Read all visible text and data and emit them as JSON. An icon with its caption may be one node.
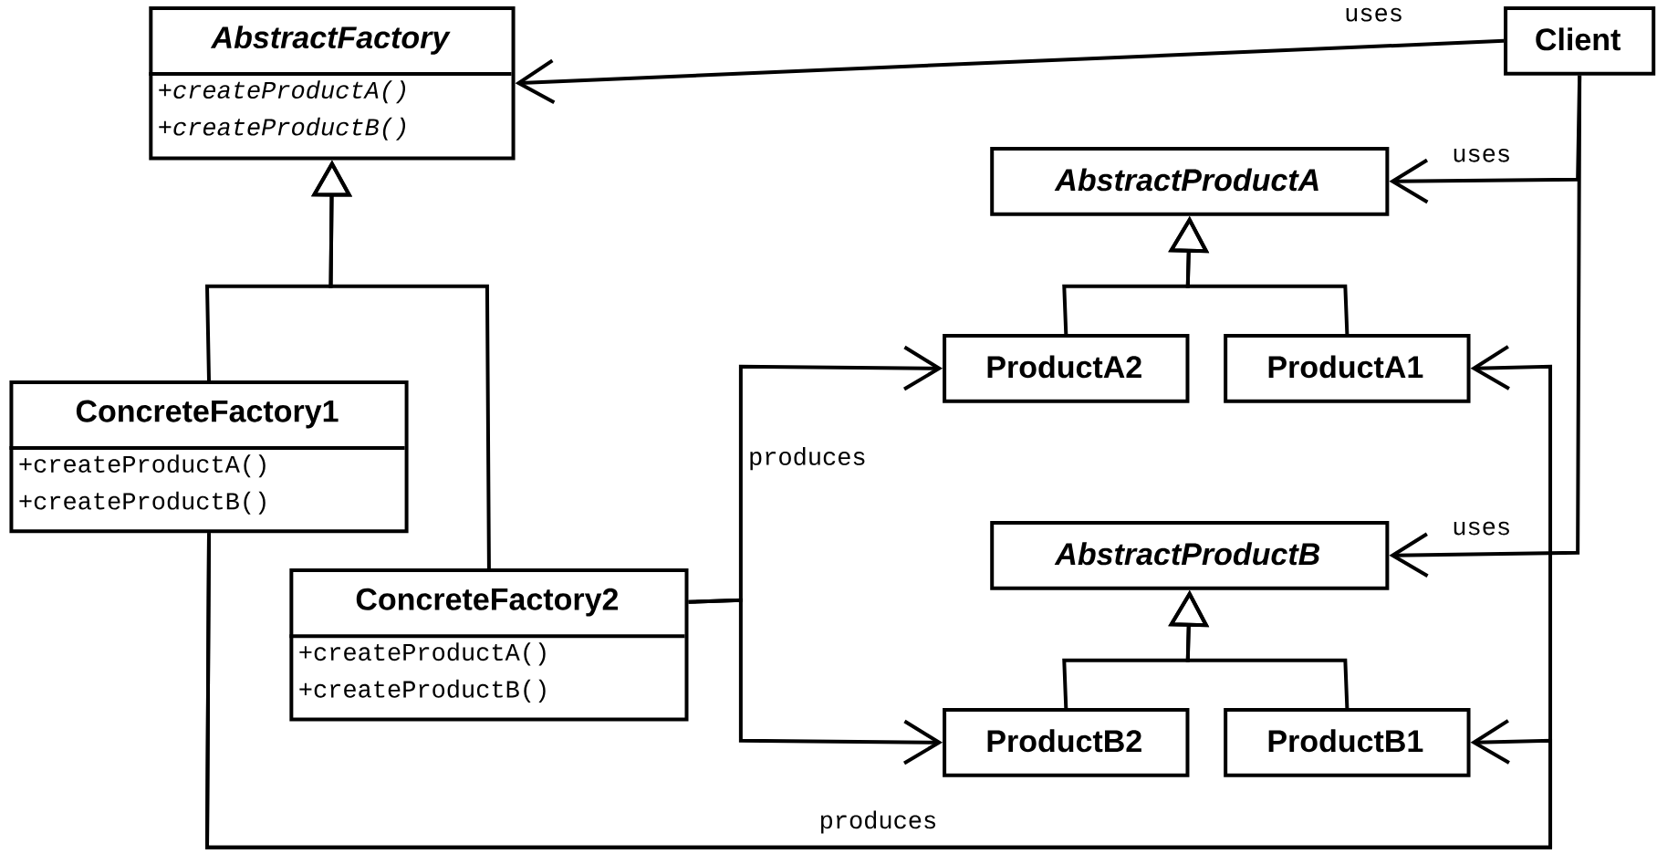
{
  "diagram": {
    "nodes": [
      {
        "text": [
          "AbstractFactory",
          "+createProductA()",
          "+createProductB()"
        ]
      },
      {
        "text": [
          "Client"
        ]
      },
      {
        "text": [
          "AbstractProductA"
        ]
      },
      {
        "text": [
          "ProductA2"
        ]
      },
      {
        "text": [
          "ProductA1"
        ]
      },
      {
        "text": [
          "ConcreteFactory1",
          "+createProductA()",
          "+createProductB()"
        ]
      },
      {
        "text": [
          "AbstractProductB"
        ]
      },
      {
        "text": [
          "ConcreteFactory2",
          "+createProductA()",
          "+createProductB()"
        ]
      },
      {
        "text": [
          "ProductB2"
        ]
      },
      {
        "text": [
          "ProductB1"
        ]
      }
    ],
    "edges": [
      {
        "from": 1,
        "to": 0,
        "arrow": "to",
        "label": "uses"
      },
      {
        "from": 1,
        "to": 2,
        "arrow": "to",
        "label": "uses"
      },
      {
        "from": 1,
        "to": 6,
        "arrow": "to",
        "label": "uses"
      },
      {
        "from": 5,
        "to": 0,
        "arrow": "to"
      },
      {
        "from": 7,
        "to": 0,
        "arrow": "to"
      },
      {
        "from": 3,
        "to": 2,
        "arrow": "to"
      },
      {
        "from": 4,
        "to": 2,
        "arrow": "to"
      },
      {
        "from": 8,
        "to": 6,
        "arrow": "to"
      },
      {
        "from": 9,
        "to": 6,
        "arrow": "to"
      },
      {
        "from": 7,
        "to": 3,
        "arrow": "to",
        "label": "produces"
      },
      {
        "from": 7,
        "to": 8,
        "arrow": "to"
      },
      {
        "from": 5,
        "to": 4,
        "arrow": "to"
      },
      {
        "from": 5,
        "to": 9,
        "arrow": "to",
        "label": "produces"
      }
    ]
  }
}
